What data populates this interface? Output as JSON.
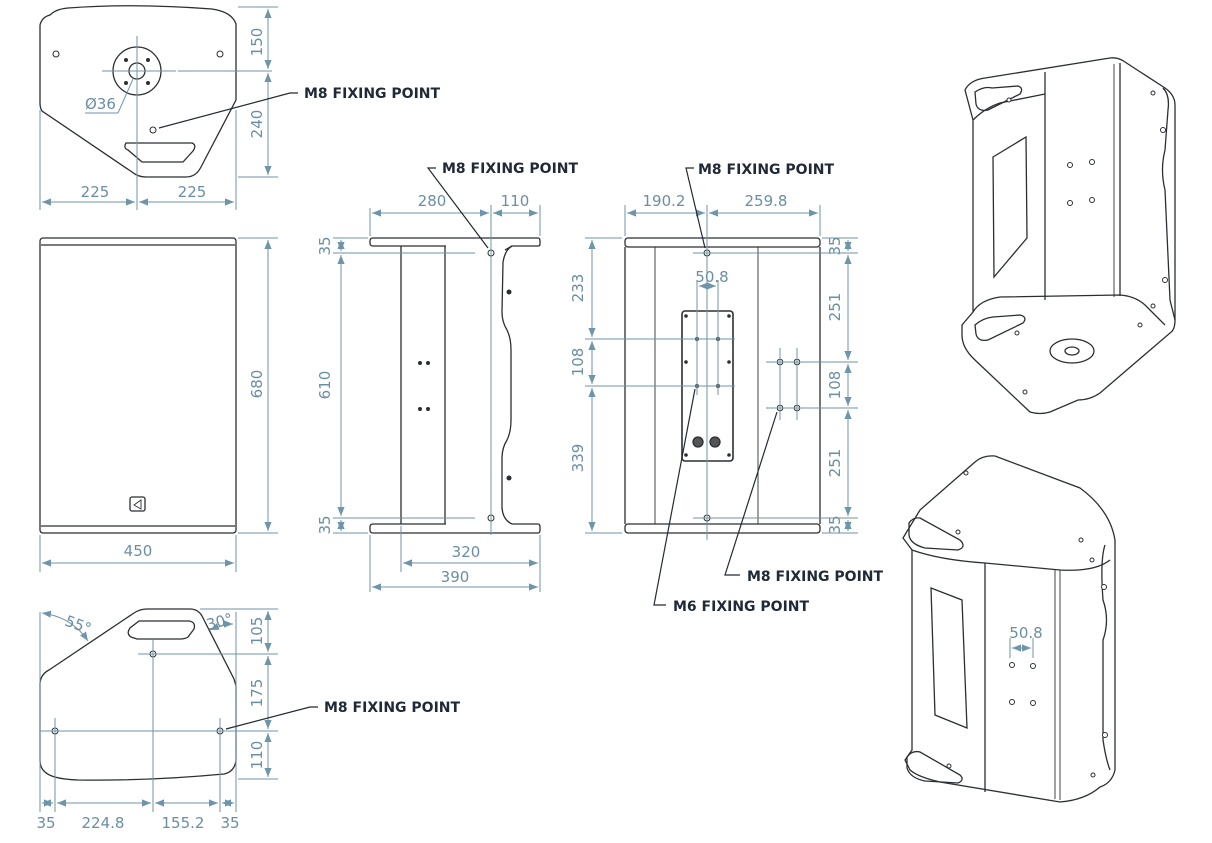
{
  "colors": {
    "dimension": "#6f95aa",
    "outline": "#2b2f33",
    "callout": "#1f2a36",
    "background": "#ffffff"
  },
  "top_view": {
    "diameter_label": "Ø36",
    "height_top": "150",
    "height_bottom": "240",
    "width_left": "225",
    "width_right": "225",
    "callout": "M8 FIXING POINT"
  },
  "front_view": {
    "height": "680",
    "width": "450",
    "logo_icon": "brand-logo-icon"
  },
  "side_view": {
    "callout": "M8 FIXING POINT",
    "top_left_width": "280",
    "top_right_width": "110",
    "top_margin": "35",
    "span": "610",
    "bottom_margin": "35",
    "inner_width": "320",
    "overall_width": "390"
  },
  "rear_view": {
    "callout_top": "M8 FIXING POINT",
    "left_width": "190.2",
    "right_width": "259.8",
    "plate_spacing": "50.8",
    "left_dims": [
      "233",
      "108",
      "339"
    ],
    "right_dims": [
      "35",
      "251",
      "108",
      "251",
      "35"
    ],
    "callout_m8": "M8 FIXING POINT",
    "callout_m6": "M6 FIXING POINT"
  },
  "bottom_view": {
    "angle_left": "55°",
    "angle_right": "30°",
    "heights": [
      "105",
      "175",
      "110"
    ],
    "widths": [
      "35",
      "224.8",
      "155.2",
      "35"
    ],
    "callout": "M8 FIXING POINT"
  },
  "iso_view_bottom": {
    "spacing": "50.8"
  }
}
